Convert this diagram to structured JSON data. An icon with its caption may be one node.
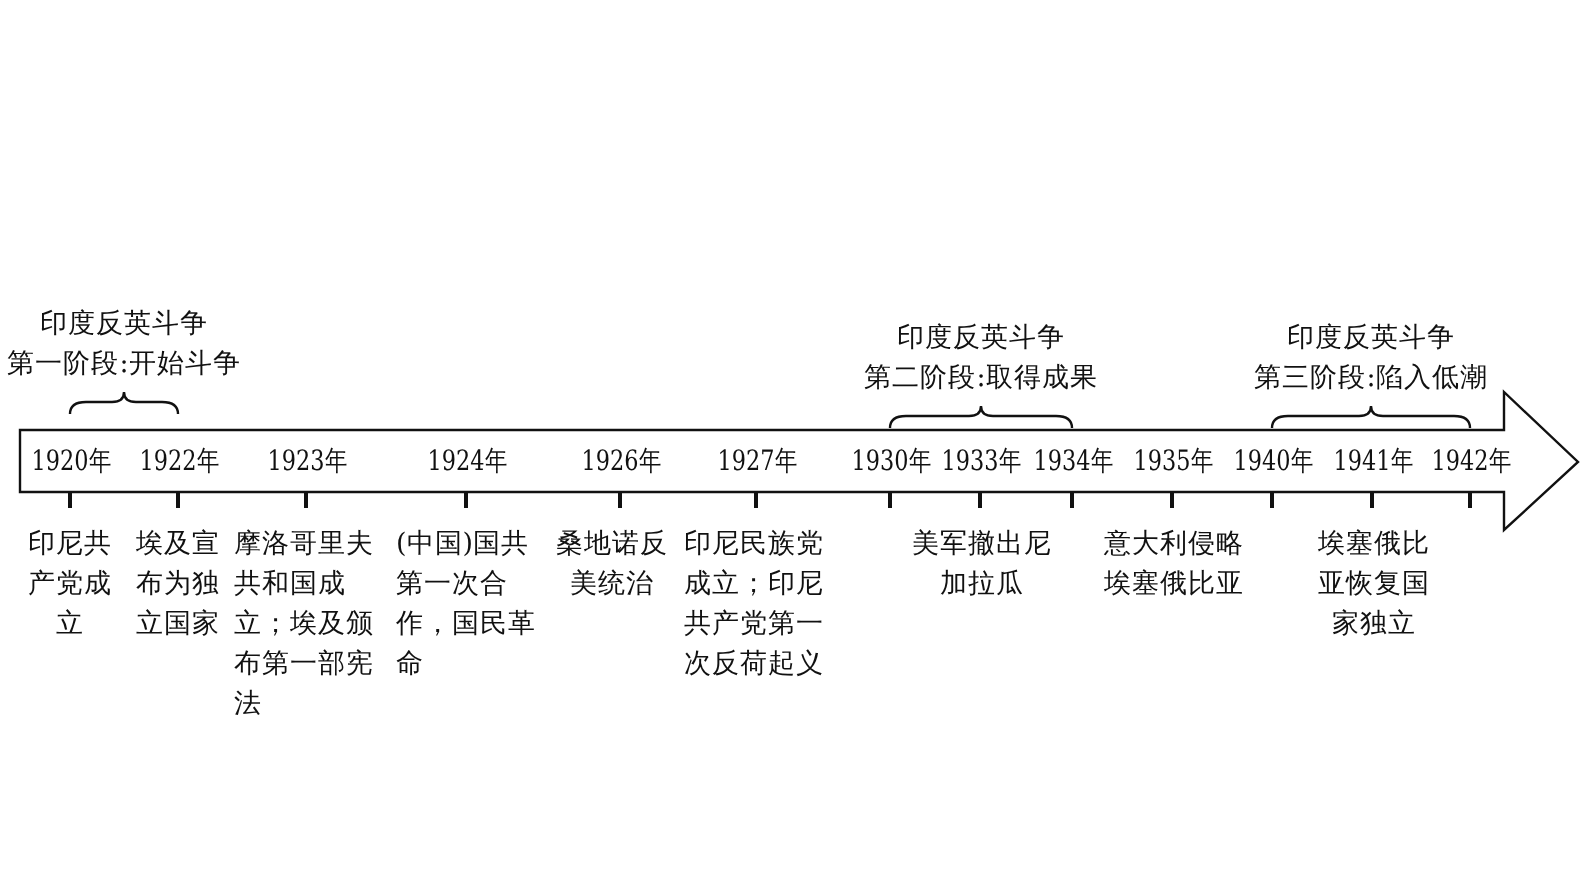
{
  "diagram": {
    "nodes": [
      {
        "text": [
          "1920年",
          "印尼共产党成立"
        ]
      },
      {
        "text": [
          "1922年",
          "埃及宣布为独立国家"
        ]
      },
      {
        "text": [
          "1923年",
          "摩洛哥里夫共和国成立；埃及颁布第一部宪法"
        ]
      },
      {
        "text": [
          "1924年",
          "(中国)国共第一次合作，国民革命"
        ]
      },
      {
        "text": [
          "1926年",
          "桑地诺反美统治"
        ]
      },
      {
        "text": [
          "1927年",
          "印尼民族党成立；印尼共产党第一次反荷起义"
        ]
      },
      {
        "text": [
          "1930年"
        ]
      },
      {
        "text": [
          "1933年",
          "美军撤出尼加拉瓜"
        ]
      },
      {
        "text": [
          "1934年"
        ]
      },
      {
        "text": [
          "1935年",
          "意大利侵略埃塞俄比亚"
        ]
      },
      {
        "text": [
          "1940年"
        ]
      },
      {
        "text": [
          "1941年",
          "埃塞俄比亚恢复国家独立"
        ]
      },
      {
        "text": [
          "1942年"
        ]
      }
    ],
    "labels": [
      "印度反英斗争",
      "第一阶段:开始斗争",
      "印度反英斗争",
      "第二阶段:取得成果",
      "印度反英斗争",
      "第三阶段:陷入低潮"
    ]
  }
}
